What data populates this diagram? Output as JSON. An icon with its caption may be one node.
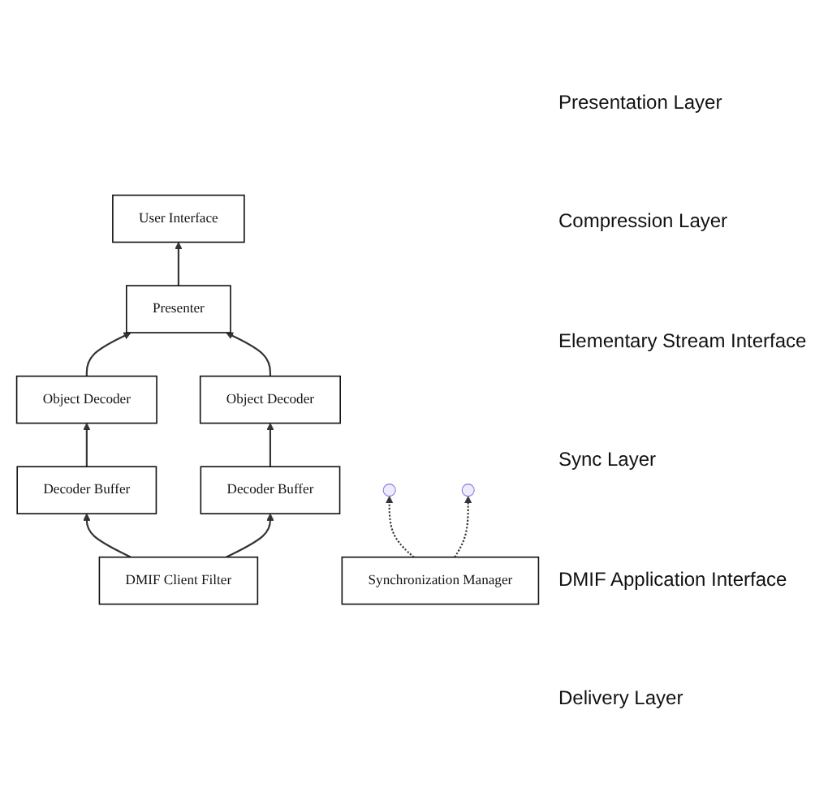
{
  "diagram": {
    "nodes": [
      {
        "text": [
          "User Interface"
        ]
      },
      {
        "text": [
          "Presenter"
        ]
      },
      {
        "text": [
          "Object Decoder"
        ]
      },
      {
        "text": [
          "Object Decoder"
        ]
      },
      {
        "text": [
          "Synchronization Manager"
        ]
      },
      {
        "text": [
          "Decoder Buffer"
        ]
      },
      {
        "text": [
          "Decoder Buffer"
        ]
      },
      {
        "text": [
          "DMIF Client Filter"
        ]
      }
    ],
    "edges": [
      {
        "from": 1,
        "to": 0,
        "arrow": "to"
      },
      {
        "from": 2,
        "to": 1,
        "arrow": "to"
      },
      {
        "from": 3,
        "to": 1,
        "arrow": "to"
      },
      {
        "from": 5,
        "to": 2,
        "arrow": "to"
      },
      {
        "from": 6,
        "to": 3,
        "arrow": "to"
      },
      {
        "from": 7,
        "to": 5,
        "arrow": "to"
      },
      {
        "from": 7,
        "to": 6,
        "arrow": "to"
      },
      {
        "from": 4,
        "to": null,
        "arrow": "to",
        "style": "dashed"
      },
      {
        "from": 4,
        "to": null,
        "arrow": "to",
        "style": "dashed"
      }
    ],
    "labels": [
      "Presentation Layer",
      "Compression Layer",
      "Elementary Stream Interface",
      "Sync Layer",
      "DMIF Application Interface",
      "Delivery Layer"
    ]
  }
}
